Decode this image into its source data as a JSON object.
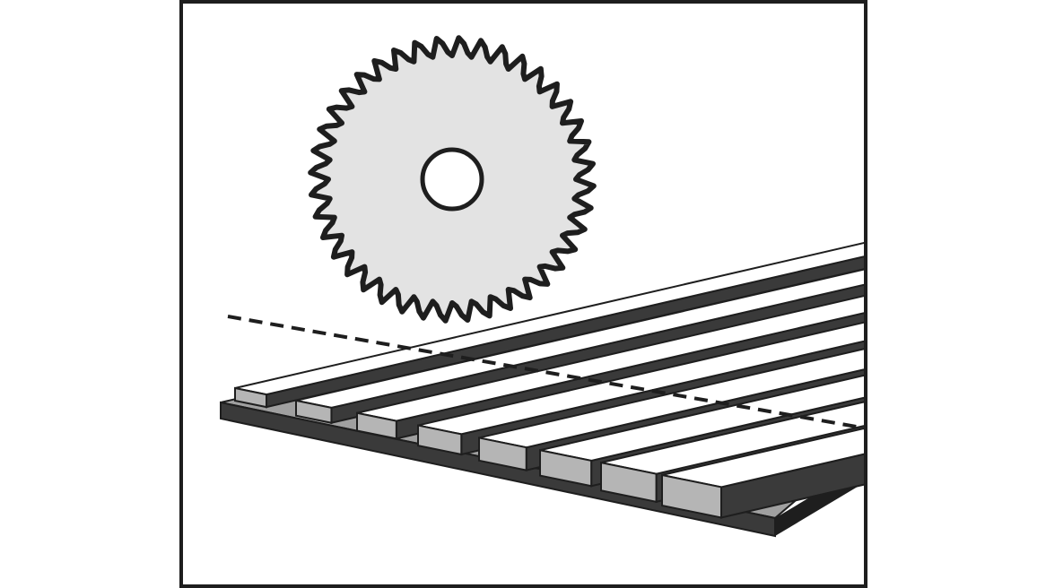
{
  "illustration": {
    "subject": "circular-saw-blade-over-parallel-wooden-strips",
    "icons": [
      "saw-blade-icon",
      "arbor-hole-icon",
      "cut-line",
      "wooden-strip",
      "base-board"
    ],
    "blade_teeth": 40,
    "strip_count": 8,
    "colors": {
      "frame": "#1e1e1e",
      "blade_fill": "#e3e3e3",
      "blade_outline": "#1e1e1e",
      "strip_top": "#ffffff",
      "strip_front": "#b5b5b5",
      "strip_side": "#3a3a3a",
      "base_top": "#a0a0a0",
      "base_front": "#3a3a3a",
      "dash_line": "#1e1e1e"
    }
  }
}
